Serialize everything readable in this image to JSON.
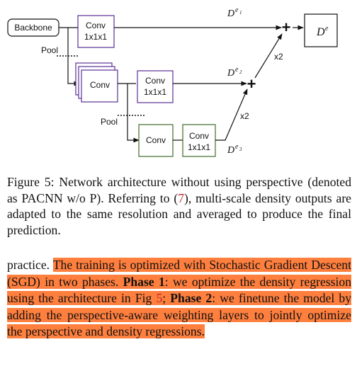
{
  "diagram": {
    "backbone_label": "Backbone",
    "conv_label": "Conv",
    "conv_1x1_line1": "Conv",
    "conv_1x1_line2": "1x1x1",
    "pool_label": "Pool",
    "x2_label": "x2",
    "d_symbol": "D",
    "sup_e": "e",
    "sup_e1": "e",
    "sub_1": "1",
    "sub_2": "2",
    "sub_3": "3",
    "plus": "+",
    "colors": {
      "conv_border": "#5b2f94",
      "conv_border_green": "#3f6b2a",
      "line": "#111111"
    }
  },
  "caption": {
    "prefix": "Figure 5: Network architecture without using perspective (denoted as PACNN w/o P). Referring to (",
    "ref": "7",
    "suffix": "), multi-scale density outputs are adapted to the same resolution and averaged to produce the final prediction."
  },
  "paragraph": {
    "lead": "practice. ",
    "hl1": "The training is optimized with Stochastic Gradient Descent (SGD) in two phases. ",
    "phase1_bold": "Phase 1",
    "phase1_text": ": we optimize the density regression using the architecture in Fig ",
    "fig_ref": "5",
    "semi": ";",
    "phase2_bold": "Phase 2",
    "phase2_text": ": we finetune the model by adding the perspective-aware weighting layers to jointly optimize the perspective and density regressions."
  }
}
